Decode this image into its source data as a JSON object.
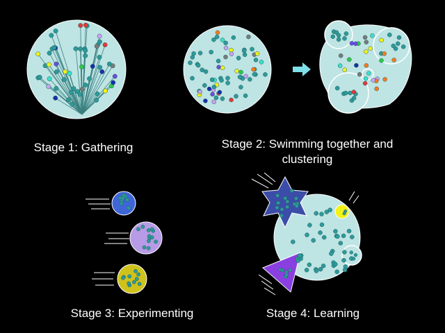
{
  "stages": [
    {
      "label": "Stage 1: Gathering"
    },
    {
      "label": "Stage 2: Swimming together and clustering"
    },
    {
      "label": "Stage 3: Experimenting"
    },
    {
      "label": "Stage 4: Learning"
    }
  ],
  "colors": {
    "background": "#000000",
    "cell": "#bfe4e4",
    "cell_stroke": "#ffffff",
    "dot": "#2f9a9a",
    "dot_stroke": "#1a5c5c",
    "arrow": "#7fe0e8",
    "blue_cluster": "#3f66d8",
    "lavender_cluster": "#b79be6",
    "yellow_cluster": "#cfc21c",
    "star": "#3b4da8",
    "triangle": "#8a3fe0",
    "palette": [
      "#2f9a9a",
      "#6b4de0",
      "#3be0c8",
      "#ff7a1a",
      "#f2f21a",
      "#c9a3f0",
      "#1a2faa",
      "#7a7a7a",
      "#2fc94a",
      "#e03a3a"
    ]
  }
}
